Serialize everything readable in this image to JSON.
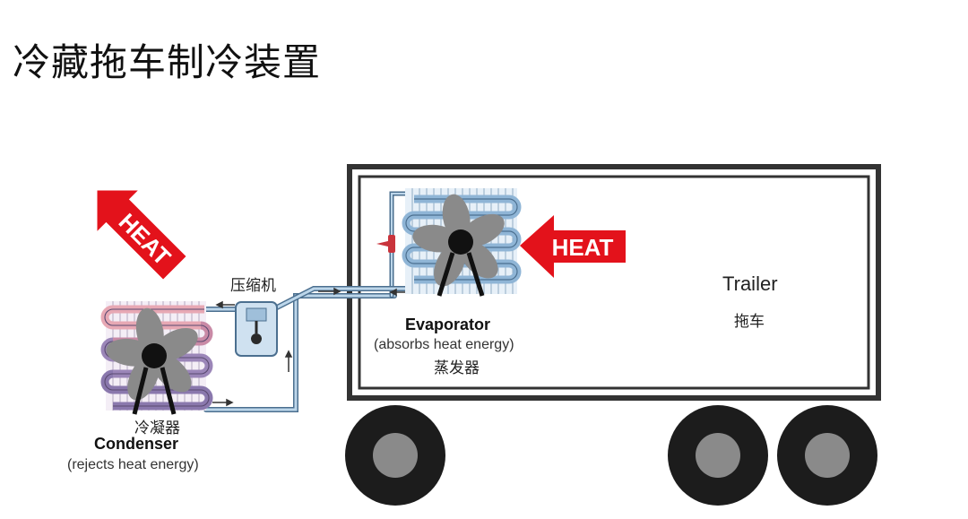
{
  "title": "冷藏拖车制冷装置",
  "trailer": {
    "label": "Trailer",
    "label_cn": "拖车"
  },
  "evaporator": {
    "label": "Evaporator",
    "desc": "(absorbs heat energy)",
    "label_cn": "蒸发器"
  },
  "condenser": {
    "label": "Condenser",
    "desc": "(rejects heat energy)",
    "label_cn": "冷凝器"
  },
  "compressor": {
    "label_cn": "压缩机"
  },
  "heat_arrows": {
    "text": "HEAT"
  },
  "colors": {
    "heat_red": "#e3121b",
    "trailer_frame": "#333333",
    "coil_blue": "#8fb5d6",
    "coil_pink": "#e7a8b4",
    "coil_purple": "#9b86b8",
    "fan_gray": "#8a8a8a",
    "pipe_blue": "#a9c7e0",
    "wheel_dark": "#1c1c1c",
    "wheel_hub": "#8a8a8a"
  }
}
